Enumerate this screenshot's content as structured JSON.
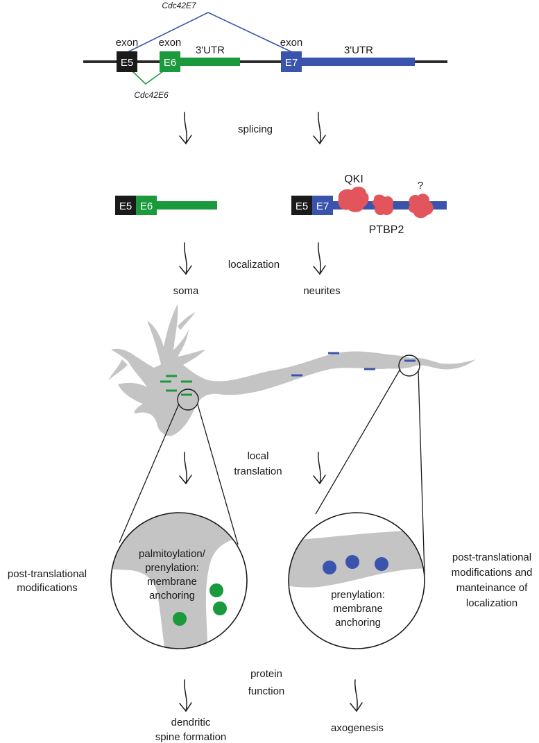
{
  "colors": {
    "green": "#1a9a3c",
    "blue": "#3a54ad",
    "black": "#1a1a1a",
    "red": "#e2555c",
    "gray": "#c4c4c4",
    "line": "#2b2b2b"
  },
  "gene": {
    "exon_label": "exon",
    "e5": "E5",
    "e6": "E6",
    "e7": "E7",
    "utr": "3'UTR",
    "splice_e6": "Cdc42E6",
    "splice_e7": "Cdc42E7"
  },
  "steps": {
    "splicing": "splicing",
    "localization": "localization",
    "local_translation": [
      "local",
      "translation"
    ],
    "protein_function": [
      "protein",
      "function"
    ]
  },
  "binders": {
    "qki": "QKI",
    "ptbp2": "PTBP2",
    "unknown": "?"
  },
  "destinations": {
    "soma": "soma",
    "neurites": "neurites"
  },
  "left_zoom": {
    "text": [
      "palmitoylation/",
      "prenylation:",
      "membrane",
      "anchoring"
    ],
    "side_label": [
      "post-translational",
      "modifications"
    ]
  },
  "right_zoom": {
    "text": [
      "prenylation:",
      "membrane",
      "anchoring"
    ],
    "side_label": [
      "post-translational",
      "modifications and",
      "manteinance of",
      "localization"
    ]
  },
  "outcomes": {
    "left": [
      "dendritic",
      "spine formation"
    ],
    "right": "axogenesis"
  }
}
